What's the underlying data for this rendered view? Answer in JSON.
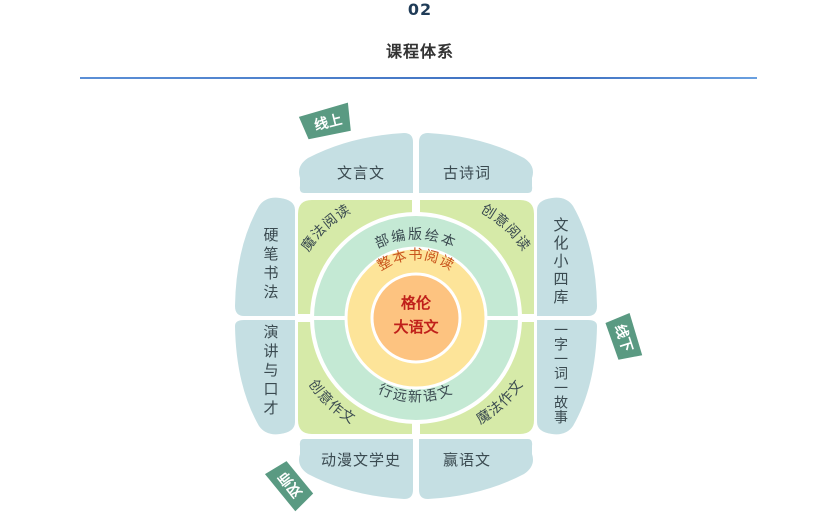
{
  "header": {
    "number": "02",
    "title": "课程体系"
  },
  "diagram": {
    "center": [
      "格伦",
      "大语文"
    ],
    "ring_reading": "整本书阅读",
    "ring_inner": {
      "top": "部编版绘本",
      "bottom": "行远新语文"
    },
    "ring_green": {
      "top_left": "魔法阅读",
      "top_right": "创意阅读",
      "bottom_left": "创意作文",
      "bottom_right": "魔法作文"
    },
    "outer_petals": {
      "top_left": "文言文",
      "top_right": "古诗词",
      "right_top": "文化小四库",
      "right_bottom": "一字一词一故事",
      "bottom_right": "赢语文",
      "bottom_left": "动漫文学史",
      "left_bottom": "演讲与口才",
      "left_top": "硬笔书法"
    },
    "tags": {
      "online": "线上",
      "offline": "线下",
      "dual_teacher": "双师"
    },
    "colors": {
      "petal": "#c5dfe3",
      "green_ring": "#d6eaa8",
      "mint_ring": "#c4e9d4",
      "yellow_ring": "#fde499",
      "center": "#fdc380",
      "tag": "#5a9a82",
      "text_dark": "#3a4a50",
      "text_orange": "#c8541c",
      "text_red": "#c0201a"
    }
  }
}
